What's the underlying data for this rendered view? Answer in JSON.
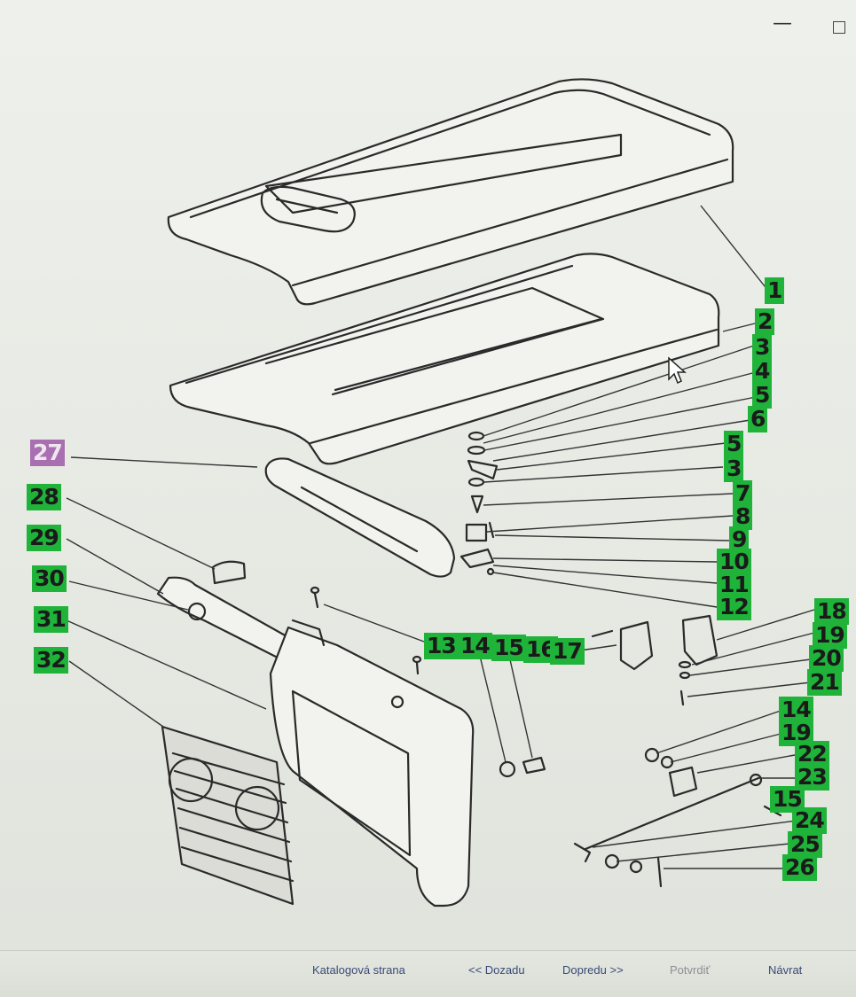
{
  "window": {
    "minimize_glyph": "—"
  },
  "diagram": {
    "labels": {
      "l1": "1",
      "l2": "2",
      "l3a": "3",
      "l4": "4",
      "l5a": "5",
      "l6": "6",
      "l5b": "5",
      "l3b": "3",
      "l7": "7",
      "l8": "8",
      "l9": "9",
      "l10": "10",
      "l11": "11",
      "l12": "12",
      "l13": "13",
      "l14a": "14",
      "l15a": "15",
      "l16": "16",
      "l17": "17",
      "l18": "18",
      "l19a": "19",
      "l20": "20",
      "l21": "21",
      "l14b": "14",
      "l19b": "19",
      "l22": "22",
      "l23": "23",
      "l15b": "15",
      "l24": "24",
      "l25": "25",
      "l26": "26",
      "l27": "27",
      "l28": "28",
      "l29": "29",
      "l30": "30",
      "l31": "31",
      "l32": "32"
    }
  },
  "footer": {
    "catalog_page": "Katalogová strana",
    "back": "<< Dozadu",
    "forward": "Dopredu >>",
    "confirm": "Potvrdiť",
    "return": "Návrat"
  }
}
